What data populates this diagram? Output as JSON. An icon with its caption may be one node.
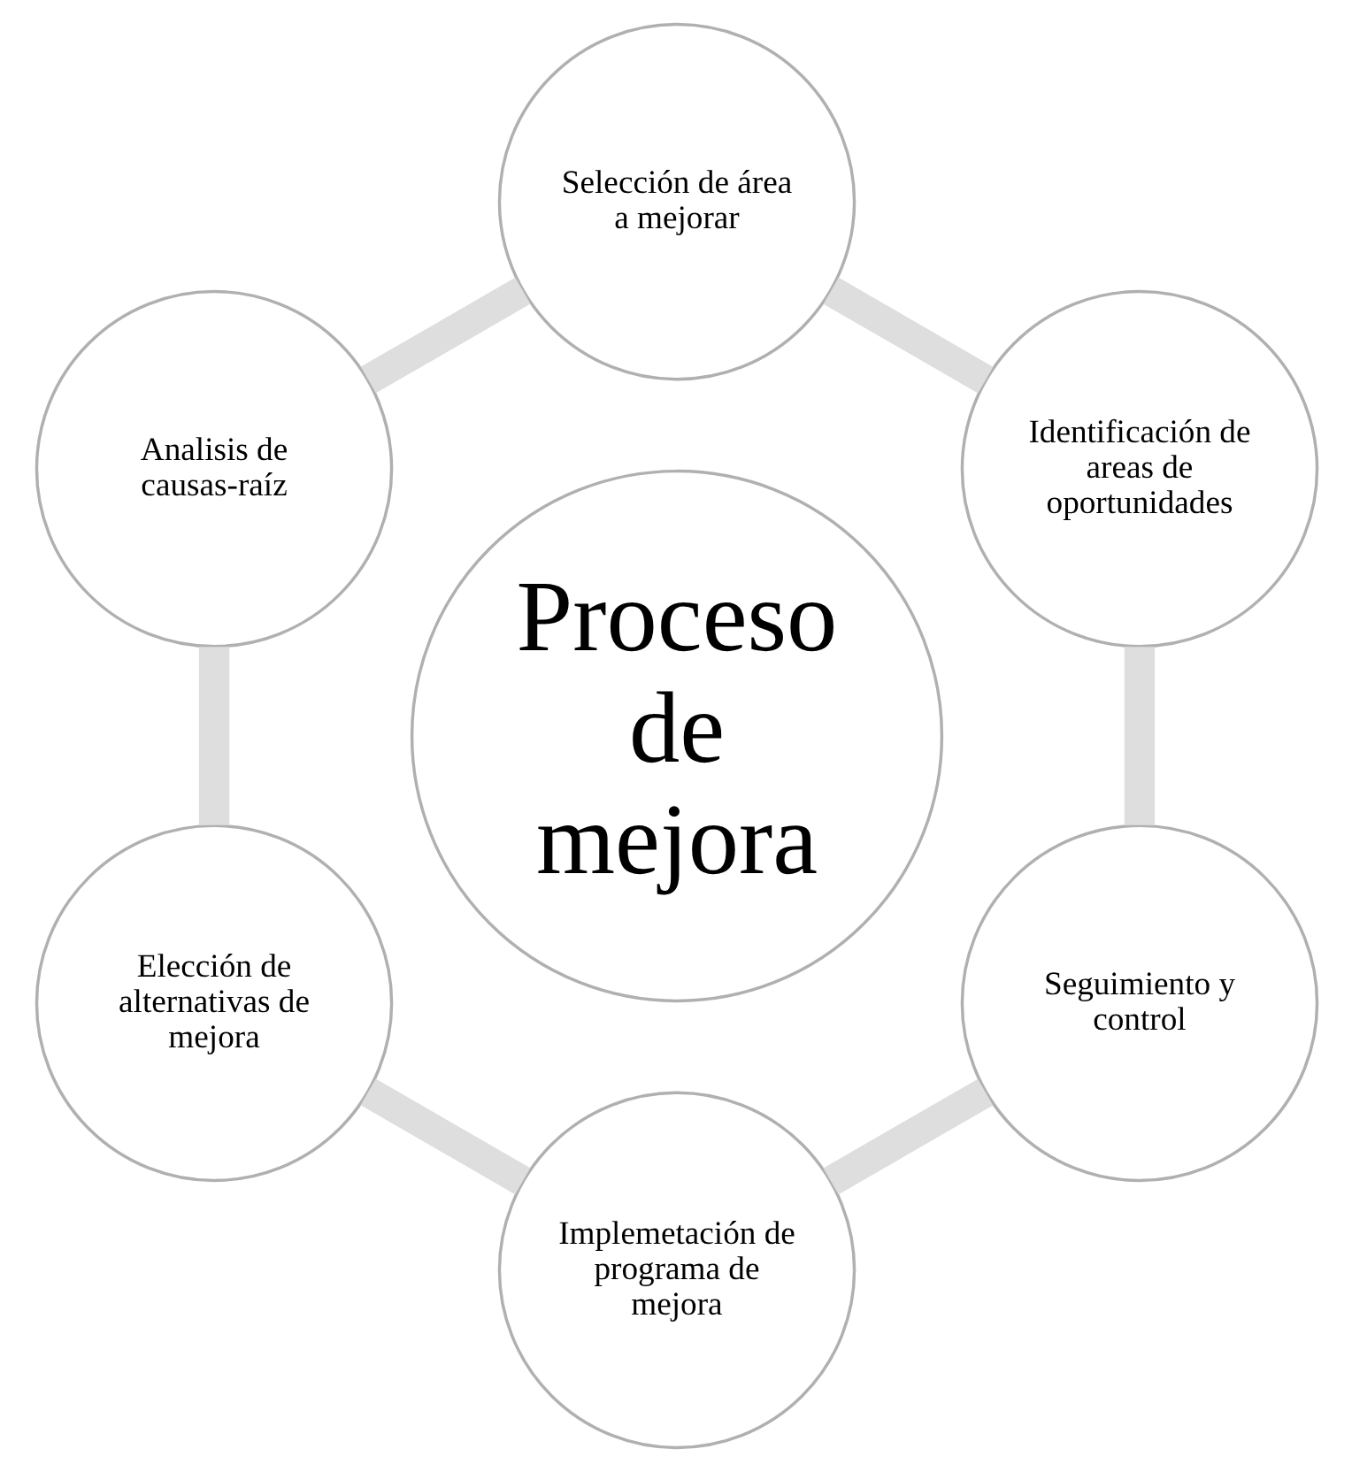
{
  "diagram": {
    "nodes": [
      {
        "text": [
          "Proceso de mejora"
        ]
      },
      {
        "text": [
          "Identificación de areas de oportunidades"
        ]
      },
      {
        "text": [
          "Selección de área a mejorar"
        ]
      },
      {
        "text": [
          "Analisis de causas-raíz"
        ]
      },
      {
        "text": [
          "Elección de alternativas de mejora"
        ]
      },
      {
        "text": [
          "Implemetación de programa de mejora"
        ]
      },
      {
        "text": [
          "Seguimiento y control"
        ]
      }
    ],
    "edges": [
      {
        "from": 1,
        "to": 2,
        "arrow": "none"
      },
      {
        "from": 2,
        "to": 3,
        "arrow": "none"
      },
      {
        "from": 3,
        "to": 4,
        "arrow": "none"
      },
      {
        "from": 4,
        "to": 5,
        "arrow": "none"
      },
      {
        "from": 5,
        "to": 6,
        "arrow": "none"
      },
      {
        "from": 6,
        "to": 1,
        "arrow": "none"
      }
    ]
  }
}
